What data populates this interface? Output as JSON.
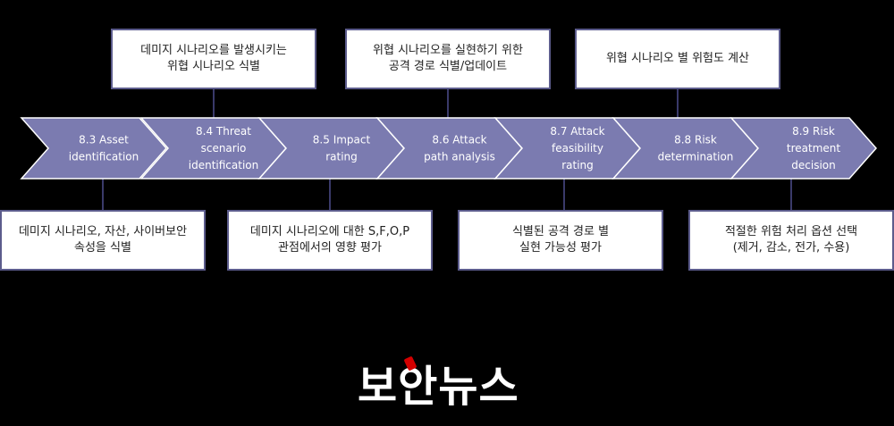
{
  "steps": [
    {
      "id": "8.3",
      "lines": [
        "8.3 Asset",
        "identification"
      ]
    },
    {
      "id": "8.4",
      "lines": [
        "8.4 Threat",
        "scenario",
        "identification"
      ]
    },
    {
      "id": "8.5",
      "lines": [
        "8.5 Impact",
        "rating"
      ]
    },
    {
      "id": "8.6",
      "lines": [
        "8.6 Attack",
        "path analysis"
      ]
    },
    {
      "id": "8.7",
      "lines": [
        "8.7 Attack",
        "feasibility",
        "rating"
      ]
    },
    {
      "id": "8.8",
      "lines": [
        "8.8 Risk",
        "determination"
      ]
    },
    {
      "id": "8.9",
      "lines": [
        "8.9 Risk",
        "treatment",
        "decision"
      ]
    }
  ],
  "top_notes": [
    {
      "step": "8.4",
      "text": "데미지 시나리오를 발생시키는\n위협 시나리오 식별"
    },
    {
      "step": "8.6",
      "text": "위협 시나리오를 실현하기 위한\n공격 경로 식별/업데이트"
    },
    {
      "step": "8.8",
      "text": "위협 시나리오 별  위험도 계산"
    }
  ],
  "bottom_notes": [
    {
      "step": "8.3",
      "text": "데미지 시나리오, 자산, 사이버보안\n속성을 식별"
    },
    {
      "step": "8.5",
      "text": "데미지 시나리오에 대한 S,F,O,P\n관점에서의 영향 평가"
    },
    {
      "step": "8.7",
      "text": "식별된 공격 경로 별\n실현 가능성 평가"
    },
    {
      "step": "8.9",
      "text": "적절한 위험 처리 옵션 선택\n(제거, 감소, 전가, 수용)"
    }
  ],
  "logo": {
    "text": "보안뉴스"
  },
  "colors": {
    "chevron": "#7b7bb0",
    "chevron_border": "#ffffff",
    "box_border": "#5c5c8c",
    "connector": "#3a3a6a",
    "background": "#000000",
    "logo_accent": "#d40000"
  }
}
